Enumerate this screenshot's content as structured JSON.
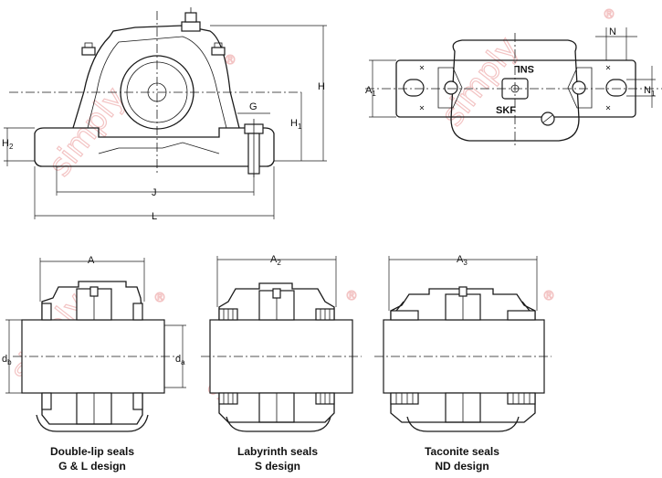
{
  "watermark": {
    "text": "simply",
    "mark": "®"
  },
  "dimensions": {
    "H": "H",
    "H1": {
      "base": "H",
      "sub": "1"
    },
    "H2": {
      "base": "H",
      "sub": "2"
    },
    "G": "G",
    "J": "J",
    "L": "L",
    "N": "N",
    "N1": {
      "base": "N",
      "sub": "1"
    },
    "A1": {
      "base": "A",
      "sub": "1"
    },
    "A": "A",
    "A2": {
      "base": "A",
      "sub": "2"
    },
    "A3": {
      "base": "A",
      "sub": "3"
    },
    "db": {
      "base": "d",
      "sub": "b"
    },
    "da": {
      "base": "d",
      "sub": "a"
    }
  },
  "housing_marks": {
    "top": "SNL",
    "bottom": "SKF"
  },
  "captions": [
    {
      "line1": "Double-lip seals",
      "line2": "G & L design"
    },
    {
      "line1": "Labyrinth seals",
      "line2": "S design"
    },
    {
      "line1": "Taconite seals",
      "line2": "ND design"
    }
  ]
}
